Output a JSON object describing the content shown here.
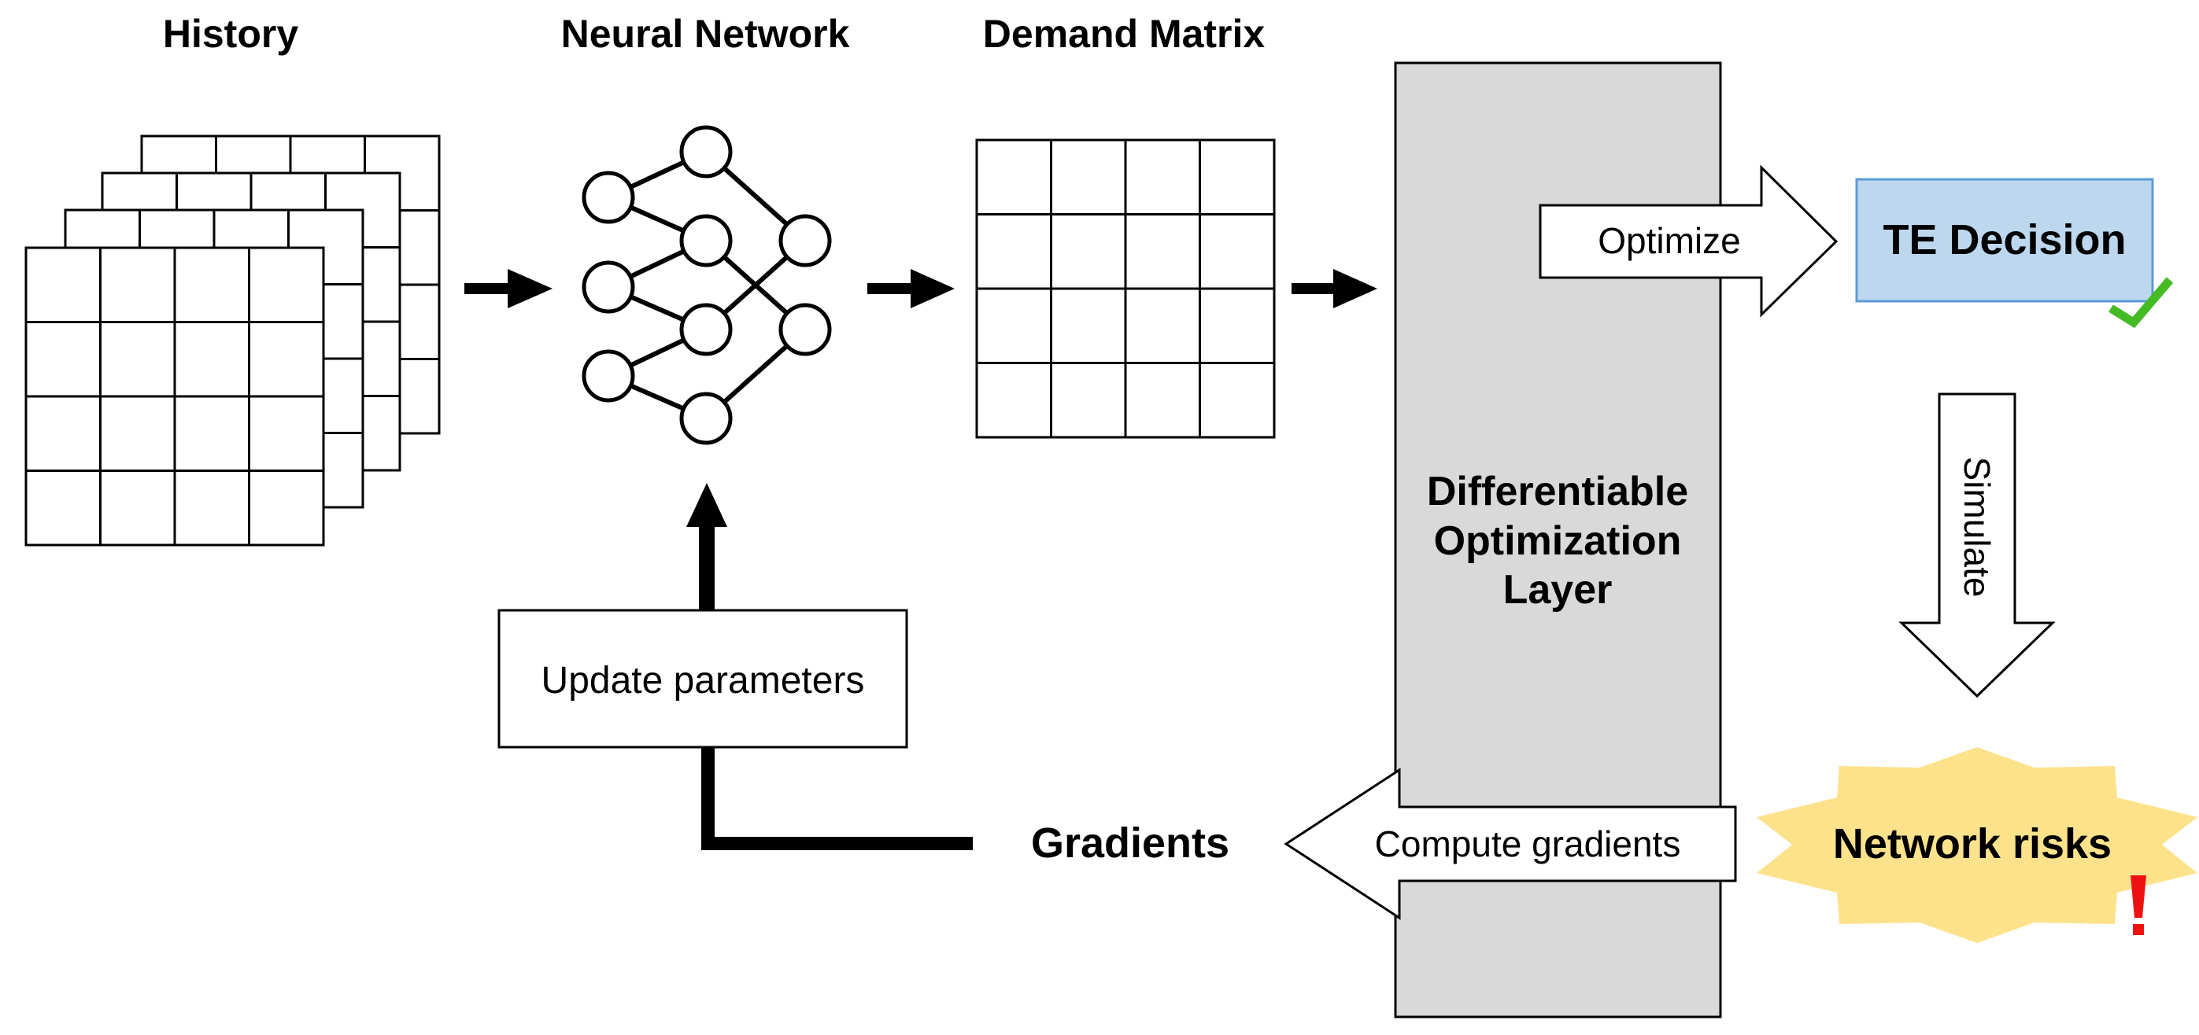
{
  "labels": {
    "history": "History",
    "neural_network": "Neural Network",
    "demand_matrix": "Demand Matrix",
    "layer_line1": "Differentiable",
    "layer_line2": "Optimization",
    "layer_line3": "Layer",
    "optimize": "Optimize",
    "te_decision": "TE Decision",
    "simulate": "Simulate",
    "network_risks": "Network risks",
    "compute_gradients": "Compute gradients",
    "gradients": "Gradients",
    "update_parameters": "Update parameters"
  },
  "colors": {
    "layer_fill": "#d9d9d9",
    "te_fill": "#bdd7ee",
    "te_border": "#5b9bd5",
    "risk_fill": "#fde28c",
    "check": "#44bb22",
    "alert": "#ee1111"
  },
  "icons": {
    "te_status": "check-icon",
    "risk_status": "exclamation-icon"
  }
}
